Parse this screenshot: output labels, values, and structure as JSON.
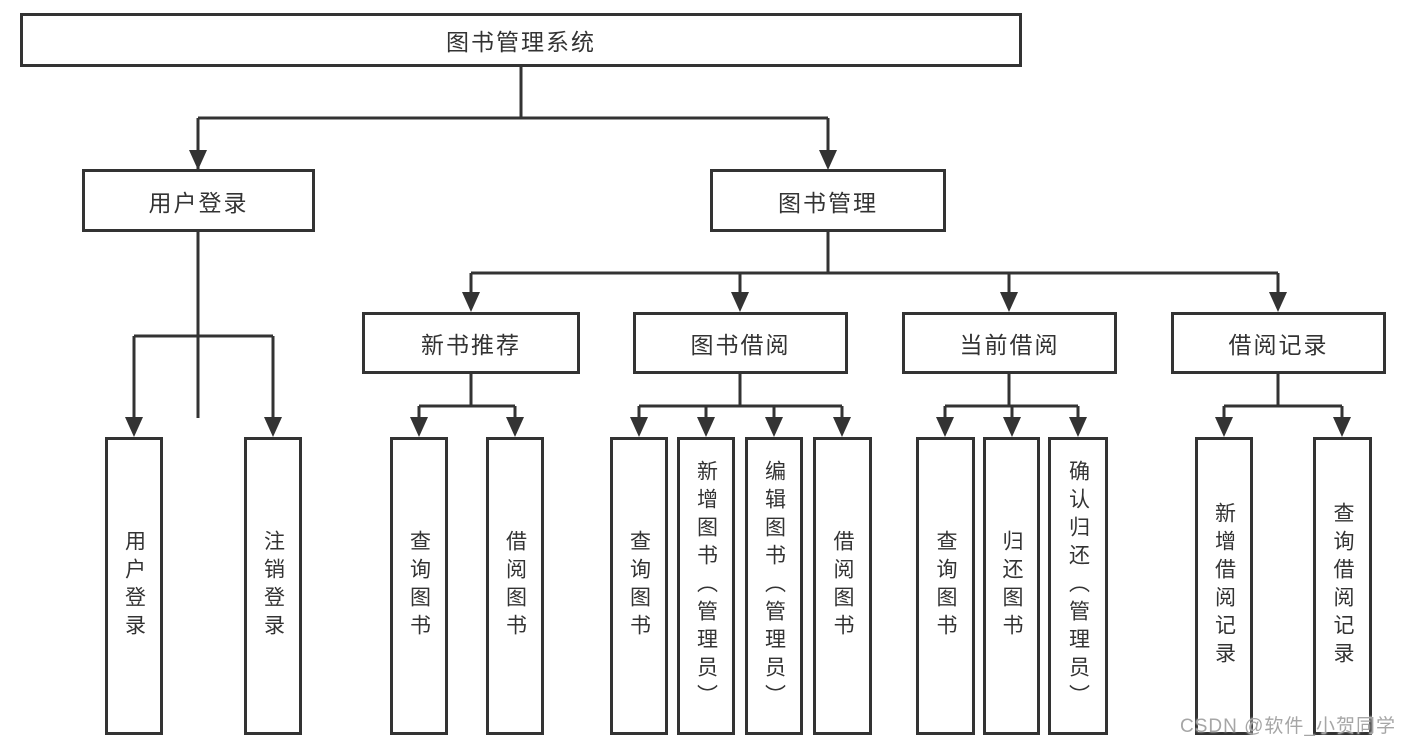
{
  "diagram": {
    "title": "图书管理系统",
    "colors": {
      "line": "#333333",
      "text": "#333333",
      "background": "#ffffff",
      "watermark_gray": "#a6a6a6"
    },
    "tree": {
      "root": {
        "label": "图书管理系统"
      },
      "branches": [
        {
          "label": "用户登录",
          "children": [
            {
              "label": "用户登录"
            },
            {
              "label": "注销登录"
            }
          ]
        },
        {
          "label": "图书管理",
          "children": [
            {
              "label": "新书推荐",
              "children": [
                {
                  "label": "查询图书"
                },
                {
                  "label": "借阅图书"
                }
              ]
            },
            {
              "label": "图书借阅",
              "children": [
                {
                  "label": "查询图书"
                },
                {
                  "label": "新增图书（管理员）"
                },
                {
                  "label": "编辑图书（管理员）"
                },
                {
                  "label": "借阅图书"
                }
              ]
            },
            {
              "label": "当前借阅",
              "children": [
                {
                  "label": "查询图书"
                },
                {
                  "label": "归还图书"
                },
                {
                  "label": "确认归还（管理员）"
                }
              ]
            },
            {
              "label": "借阅记录",
              "children": [
                {
                  "label": "新增借阅记录"
                },
                {
                  "label": "查询借阅记录"
                }
              ]
            }
          ]
        }
      ]
    }
  },
  "watermark": {
    "text": "CSDN @软件_小贺同学"
  }
}
